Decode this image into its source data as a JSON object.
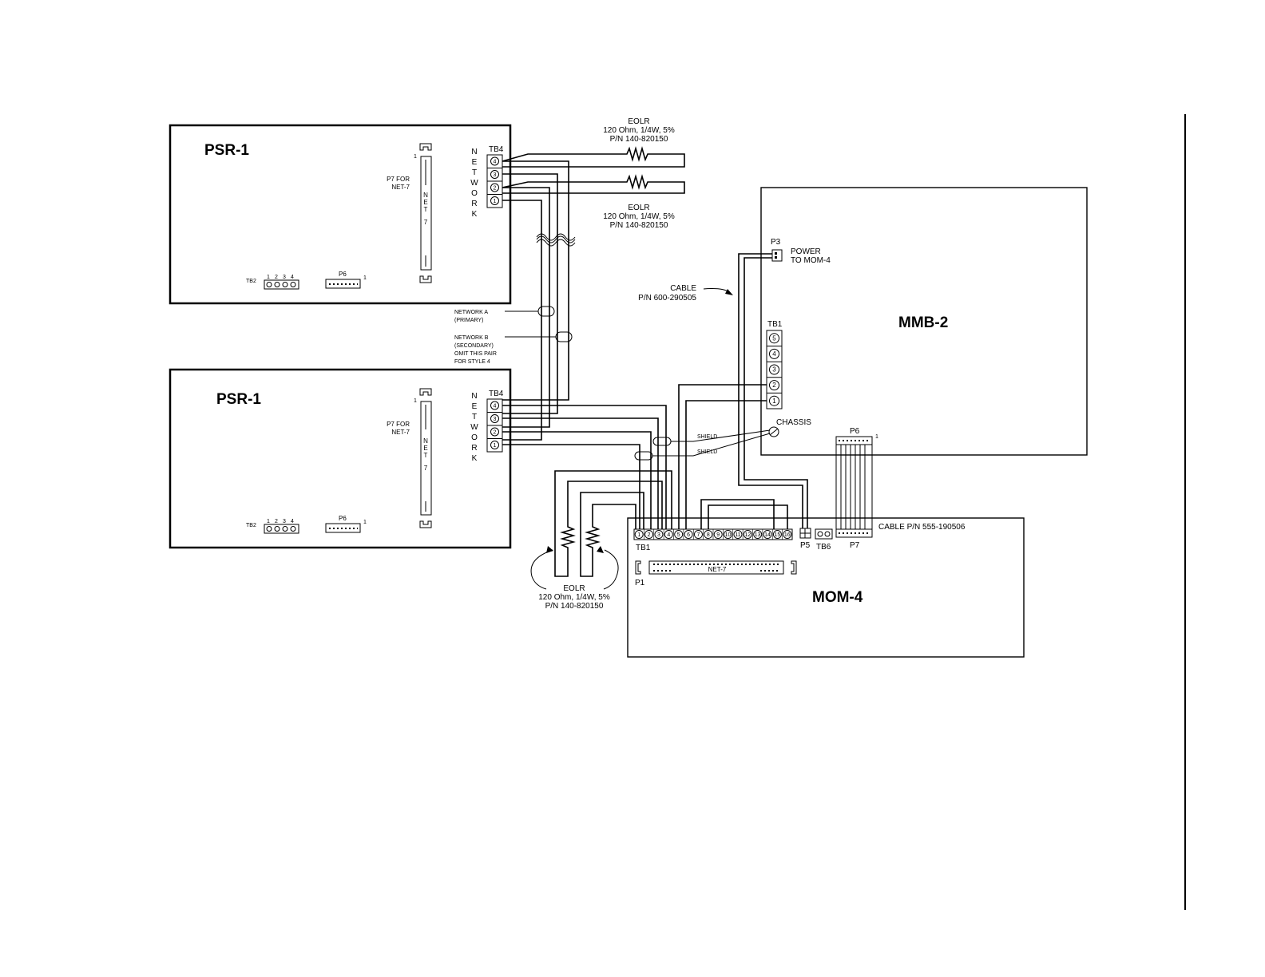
{
  "psr_top": {
    "title": "PSR-1",
    "tb4": "TB4",
    "network_letters": [
      "N",
      "E",
      "T",
      "W",
      "O",
      "R",
      "K"
    ],
    "p7_lines": [
      "P7 FOR",
      "NET-7"
    ],
    "net7_letters": [
      "N",
      "E",
      "T",
      "7"
    ],
    "pin_one": "1",
    "tb2": "TB2",
    "tb2_pins": [
      "1",
      "2",
      "3",
      "4"
    ],
    "p6": "P6",
    "p6_pin": "1",
    "tb4_terms": [
      "4",
      "3",
      "2",
      "1"
    ]
  },
  "psr_bottom": {
    "title": "PSR-1",
    "tb4": "TB4",
    "network_letters": [
      "N",
      "E",
      "T",
      "W",
      "O",
      "R",
      "K"
    ],
    "p7_lines": [
      "P7 FOR",
      "NET-7"
    ],
    "net7_letters": [
      "N",
      "E",
      "T",
      "7"
    ],
    "pin_one": "1",
    "tb2": "TB2",
    "tb2_pins": [
      "1",
      "2",
      "3",
      "4"
    ],
    "p6": "P6",
    "p6_pin": "1",
    "tb4_terms": [
      "4",
      "3",
      "2",
      "1"
    ]
  },
  "eolr_top": [
    "EOLR",
    "120 Ohm, 1/4W, 5%",
    "P/N 140-820150"
  ],
  "eolr_mid": [
    "EOLR",
    "120 Ohm, 1/4W, 5%",
    "P/N 140-820150"
  ],
  "eolr_bottom": [
    "EOLR",
    "120 Ohm, 1/4W, 5%",
    "P/N 140-820150"
  ],
  "network_a": [
    "NETWORK A",
    "(PRIMARY)"
  ],
  "network_b": [
    "NETWORK B",
    "(SECONDARY)",
    "OMIT THIS PAIR",
    "FOR STYLE 4"
  ],
  "cable_power": [
    "CABLE",
    "P/N 600-290505"
  ],
  "mmb2": {
    "title": "MMB-2",
    "p3": "P3",
    "power": [
      "POWER",
      "TO MOM-4"
    ],
    "tb1": "TB1",
    "tb1_terms": [
      "5",
      "4",
      "3",
      "2",
      "1"
    ],
    "chassis": "CHASSIS",
    "p6": "P6",
    "p6_pin": "1"
  },
  "shield_labels": [
    "SHIELD",
    "SHIELD"
  ],
  "mom4": {
    "title": "MOM-4",
    "tb1": "TB1",
    "tb1_terms": [
      "1",
      "2",
      "3",
      "4",
      "5",
      "6",
      "7",
      "8",
      "9",
      "10",
      "11",
      "12",
      "13",
      "14",
      "15",
      "16"
    ],
    "p5": "P5",
    "tb6": "TB6",
    "p7": "P7",
    "cable": "CABLE P/N 555-190506",
    "p1": "P1",
    "net7": "NET-7"
  }
}
